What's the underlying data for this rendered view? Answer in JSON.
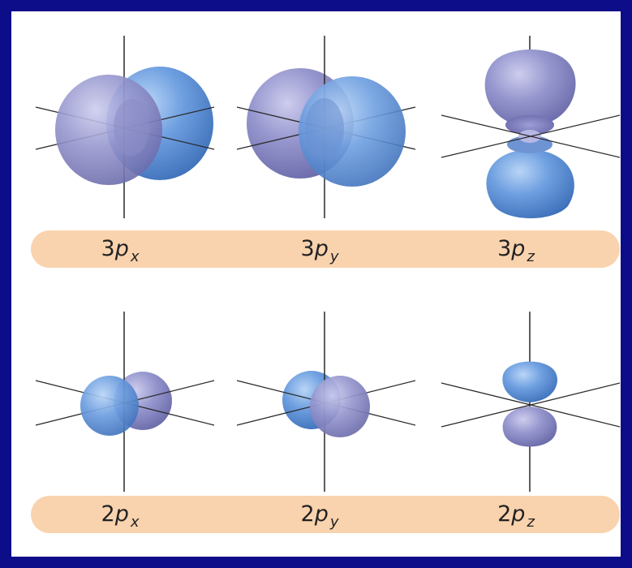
{
  "rows": [
    {
      "labels": [
        {
          "n": "3",
          "p": "p",
          "s": "x"
        },
        {
          "n": "3",
          "p": "p",
          "s": "y"
        },
        {
          "n": "3",
          "p": "p",
          "s": "z"
        }
      ]
    },
    {
      "labels": [
        {
          "n": "2",
          "p": "p",
          "s": "x"
        },
        {
          "n": "2",
          "p": "p",
          "s": "y"
        },
        {
          "n": "2",
          "p": "p",
          "s": "z"
        }
      ]
    }
  ],
  "colors": {
    "frame": "#0d0d8a",
    "label_bar": "#f9d3ae",
    "lobe_blue": "#5d8fd8",
    "lobe_purple": "#8e8ecb",
    "axis": "#2a2a2a"
  }
}
